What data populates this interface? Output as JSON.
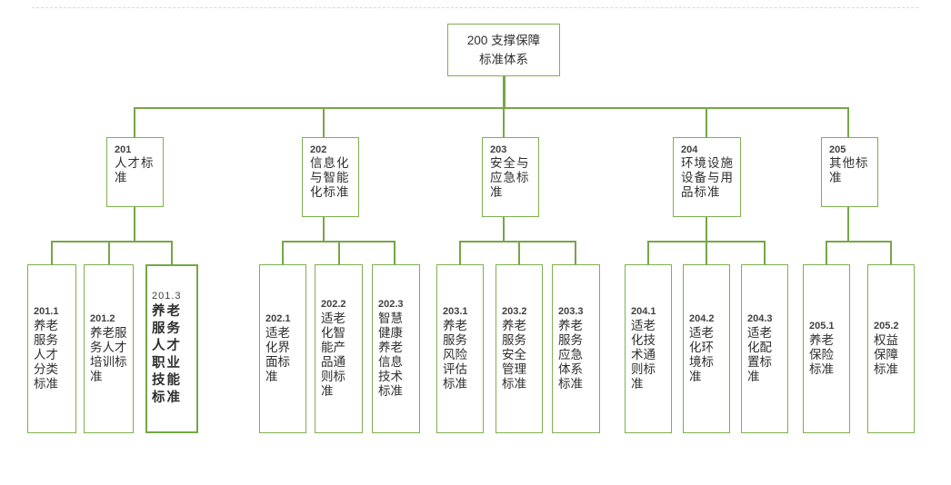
{
  "diagram": {
    "title": "200 支撑保障标准体系",
    "accent_color": "#7fb04f",
    "line_color": "#76a646",
    "text_color": "#2f2f2f",
    "root": {
      "line1": "200 支撑保障",
      "line2": "标准体系"
    },
    "branches": [
      {
        "num": "201",
        "label": "人才标准",
        "children": [
          {
            "num": "201.1",
            "label": "养老服务人才分类标准",
            "emphasis": false
          },
          {
            "num": "201.2",
            "label": "养老服务人才培训标准",
            "emphasis": false
          },
          {
            "num": "201.3",
            "label": "养老服务人才职业技能标准",
            "emphasis": true
          }
        ]
      },
      {
        "num": "202",
        "label": "信息化与智能化标准",
        "children": [
          {
            "num": "202.1",
            "label": "适老化界面标准",
            "emphasis": false
          },
          {
            "num": "202.2",
            "label": "适老化智能产品通则标准",
            "emphasis": false
          },
          {
            "num": "202.3",
            "label": "智慧健康养老信息技术标准",
            "emphasis": false
          }
        ]
      },
      {
        "num": "203",
        "label": "安全与应急标准",
        "children": [
          {
            "num": "203.1",
            "label": "养老服务风险评估标准",
            "emphasis": false
          },
          {
            "num": "203.2",
            "label": "养老服务安全管理标准",
            "emphasis": false
          },
          {
            "num": "203.3",
            "label": "养老服务应急体系标准",
            "emphasis": false
          }
        ]
      },
      {
        "num": "204",
        "label": "环境设施设备与用品标准",
        "children": [
          {
            "num": "204.1",
            "label": "适老化技术通则标准",
            "emphasis": false
          },
          {
            "num": "204.2",
            "label": "适老化环境标准",
            "emphasis": false
          },
          {
            "num": "204.3",
            "label": "适老化配置标准",
            "emphasis": false
          }
        ]
      },
      {
        "num": "205",
        "label": "其他标准",
        "children": [
          {
            "num": "205.1",
            "label": "养老保险标准",
            "emphasis": false
          },
          {
            "num": "205.2",
            "label": "权益保障标准",
            "emphasis": false
          }
        ]
      }
    ]
  }
}
